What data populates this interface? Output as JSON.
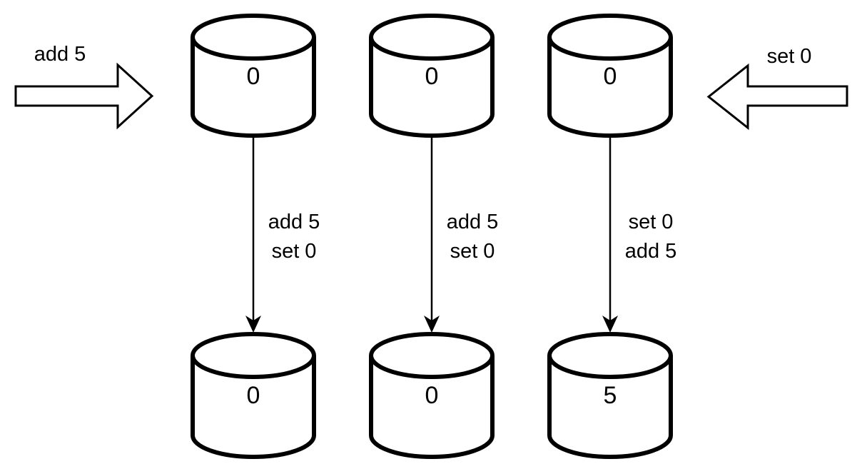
{
  "diagram": {
    "left_arrow": {
      "label": "add 5"
    },
    "right_arrow": {
      "label": "set 0"
    },
    "top_row": [
      {
        "value": "0"
      },
      {
        "value": "0"
      },
      {
        "value": "0"
      }
    ],
    "bottom_row": [
      {
        "value": "0"
      },
      {
        "value": "0"
      },
      {
        "value": "5"
      }
    ],
    "transitions": [
      {
        "line1": "add 5",
        "line2": "set 0"
      },
      {
        "line1": "add 5",
        "line2": "set 0"
      },
      {
        "line1": "set 0",
        "line2": "add 5"
      }
    ],
    "colors": {
      "stroke": "#000000",
      "background": "#ffffff"
    }
  }
}
